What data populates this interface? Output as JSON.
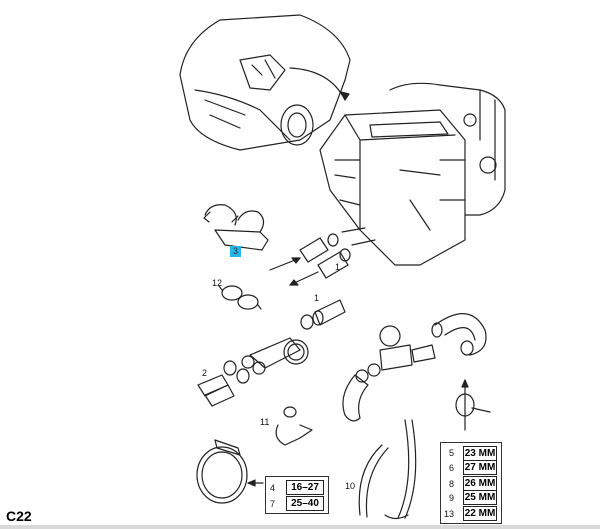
{
  "diagram": {
    "code": "C22",
    "callouts": [
      "1",
      "1",
      "2",
      "3",
      "4",
      "5",
      "6",
      "7",
      "8",
      "9",
      "10",
      "11",
      "12",
      "13"
    ],
    "highlight_color": "#27b6e8",
    "clamp_sizes_large": [
      {
        "ref": "4",
        "size": "16–27"
      },
      {
        "ref": "7",
        "size": "25–40"
      }
    ],
    "clamp_sizes_small": [
      {
        "ref": "5",
        "size": "23 MM"
      },
      {
        "ref": "6",
        "size": "27 MM"
      },
      {
        "ref": "8",
        "size": "26 MM"
      },
      {
        "ref": "9",
        "size": "25 MM"
      },
      {
        "ref": "13",
        "size": "22 MM"
      }
    ]
  }
}
